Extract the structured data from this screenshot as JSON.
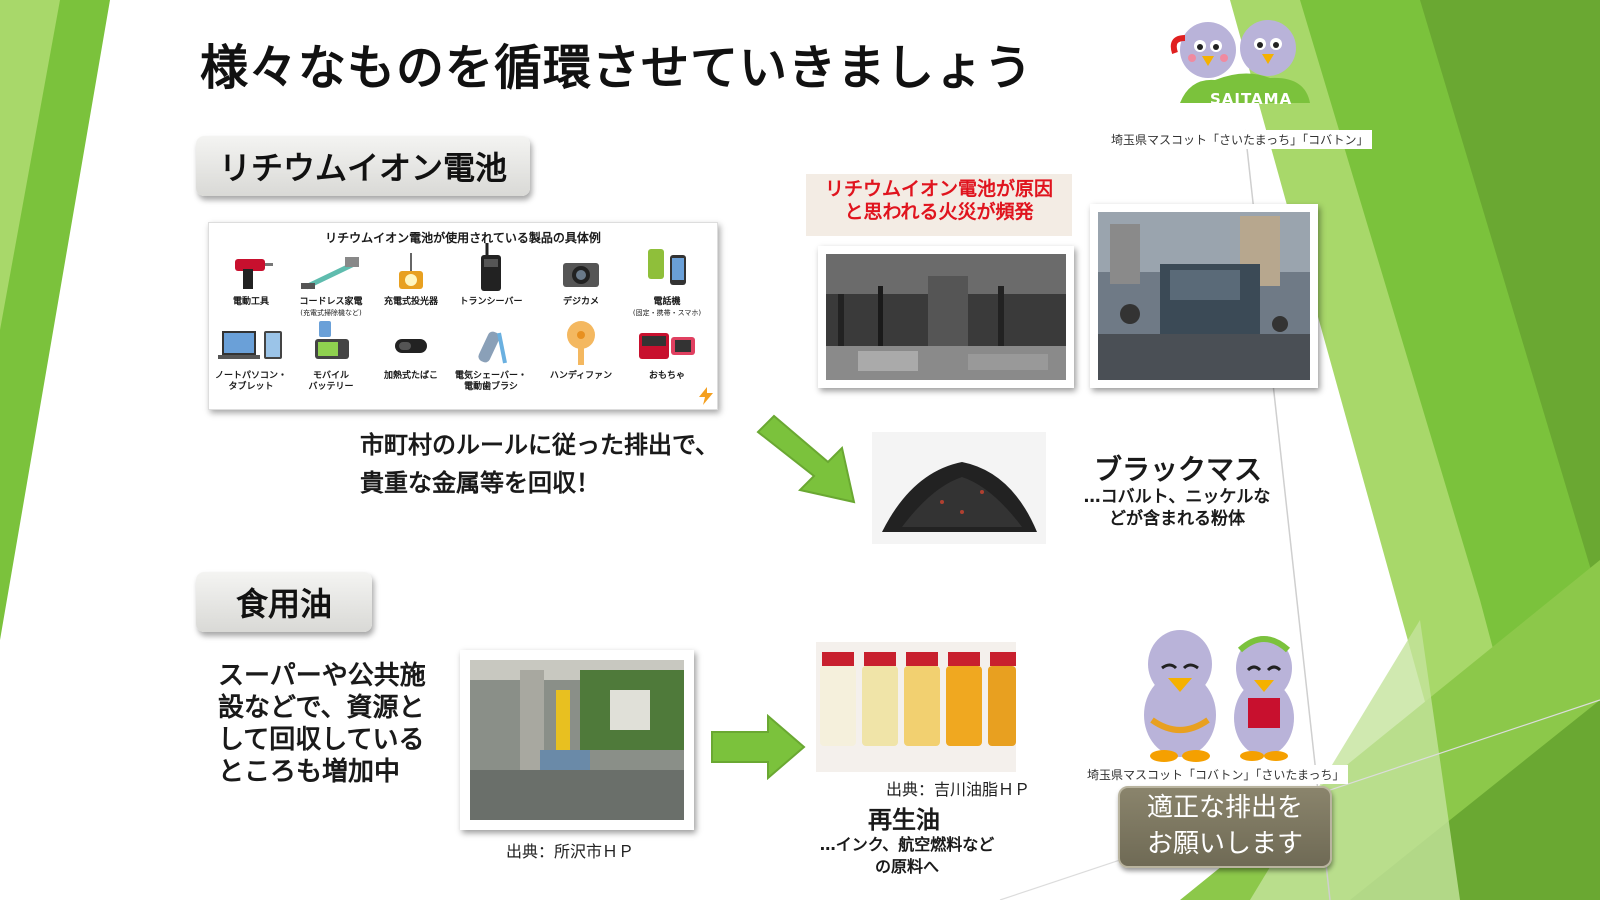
{
  "slide": {
    "title": "様々なものを循環させていきましょう"
  },
  "mascot_top": {
    "badge": "SAITAMA",
    "caption": "埼玉県マスコット「さいたまっち」「コバトン」"
  },
  "lithium": {
    "heading": "リチウムイオン電池",
    "products_title": "リチウムイオン電池が使用されている製品の具体例",
    "products": [
      {
        "label": "電動工具",
        "sub": ""
      },
      {
        "label": "コードレス家電",
        "sub": "(充電式掃除機など)"
      },
      {
        "label": "充電式投光器",
        "sub": ""
      },
      {
        "label": "トランシーバー",
        "sub": ""
      },
      {
        "label": "デジカメ",
        "sub": ""
      },
      {
        "label": "電話機",
        "sub": "(固定・携帯・スマホ)"
      },
      {
        "label": "ノートパソコン・",
        "sub": "タブレット"
      },
      {
        "label": "モバイル",
        "sub": "バッテリー"
      },
      {
        "label": "加熱式たばこ",
        "sub": ""
      },
      {
        "label": "電気シェーバー・",
        "sub": "電動歯ブラシ"
      },
      {
        "label": "ハンディファン",
        "sub": ""
      },
      {
        "label": "おもちゃ",
        "sub": ""
      }
    ],
    "fire_warning_line1": "リチウムイオン電池が原因",
    "fire_warning_line2": "と思われる火災が頻発",
    "message_line1": "市町村のルールに従った排出で、",
    "message_line2": "貴重な金属等を回収！",
    "result_title": "ブラックマス",
    "result_desc_line1": "…コバルト、ニッケルな",
    "result_desc_line2": "どが含まれる粉体"
  },
  "oil": {
    "heading": "食用油",
    "message_line1": "スーパーや公共施",
    "message_line2": "設などで、資源と",
    "message_line3": "して回収している",
    "message_line4": "ところも増加中",
    "photo_source": "出典：所沢市ＨＰ",
    "oil_source": "出典：吉川油脂ＨＰ",
    "result_title": "再生油",
    "result_desc_line1": "…インク、航空燃料など",
    "result_desc_line2": "の原料へ"
  },
  "mascot_bottom": {
    "caption": "埼玉県マスコット「コバトン」「さいたまっち」",
    "button_line1": "適正な排出を",
    "button_line2": "お願いします"
  },
  "colors": {
    "accent_green": "#7bc23c",
    "light_green": "#a8d86a",
    "warning_red": "#e0141e",
    "button_bg": "#7a7560"
  }
}
